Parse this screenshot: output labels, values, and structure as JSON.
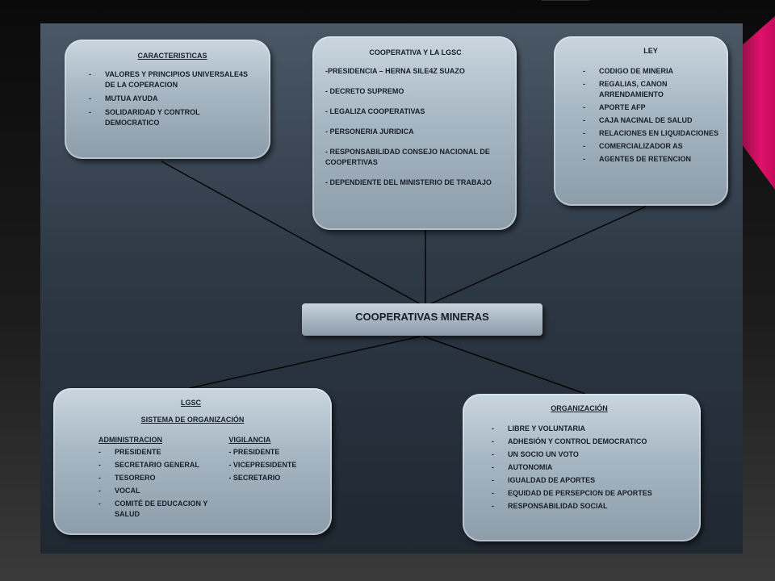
{
  "caracteristicas": {
    "title": "CARACTERISTICAS",
    "items": [
      "VALORES  Y PRINCIPIOS UNIVERSALE4S   DE LA COPERACION",
      "MUTUA  AYUDA",
      "SOLIDARIDAD   Y CONTROL DEMOCRATICO"
    ]
  },
  "cooperativa": {
    "title": "COOPERATIVA   Y LA LGSC",
    "items": [
      "-PRESIDENCIA  – HERNA  SILE4Z  SUAZO",
      "- DECRETO  SUPREMO",
      "- LEGALIZA  COOPERATIVAS",
      "- PERSONERIA  JURIDICA",
      "- RESPONSABILIDAD   CONSEJO  NACIONAL  DE COOPERTIVAS",
      "- DEPENDIENTE   DEL  MINISTERIO    DE TRABAJO"
    ]
  },
  "ley": {
    "title": "LEY",
    "items": [
      "CODIGO  DE  MINERIA",
      "REGALIAS,   CANON ARRENDAMIENTO",
      "APORTE   AFP",
      "CAJA  NACINAL  DE  SALUD",
      "RELACIONES    EN LIQUIDACIONES",
      "COMERCIALIZADOR AS",
      "AGENTES   DE  RETENCION"
    ]
  },
  "center": {
    "title": "COOPERATIVAS MINERAS"
  },
  "lgsc": {
    "title": "LGSC",
    "subtitle": "SISTEMA   DE  ORGANIZACIÓN",
    "administracion": {
      "heading": "ADMINISTRACION",
      "items": [
        "PRESIDENTE",
        "SECRETARIO   GENERAL",
        "TESORERO",
        "VOCAL",
        "COMITÉ   DE EDUCACION   Y SALUD"
      ]
    },
    "vigilancia": {
      "heading": "VIGILANCIA",
      "items": [
        "- PRESIDENTE",
        "- VICEPRESIDENTE",
        "- SECRETARIO"
      ]
    }
  },
  "organizacion": {
    "title": "ORGANIZACIÓN",
    "items": [
      "LIBRE  Y VOLUNTARIA",
      "ADHESIÓN   Y CONTROL  DEMOCRATICO",
      "UN  SOCIO  UN  VOTO",
      "AUTONOMIA",
      "IGUALDAD  DE  APORTES",
      "EQUIDAD   DE PERSEPCION    DE APORTES",
      "RESPONSABILIDAD    SOCIAL"
    ]
  },
  "dash": "-"
}
